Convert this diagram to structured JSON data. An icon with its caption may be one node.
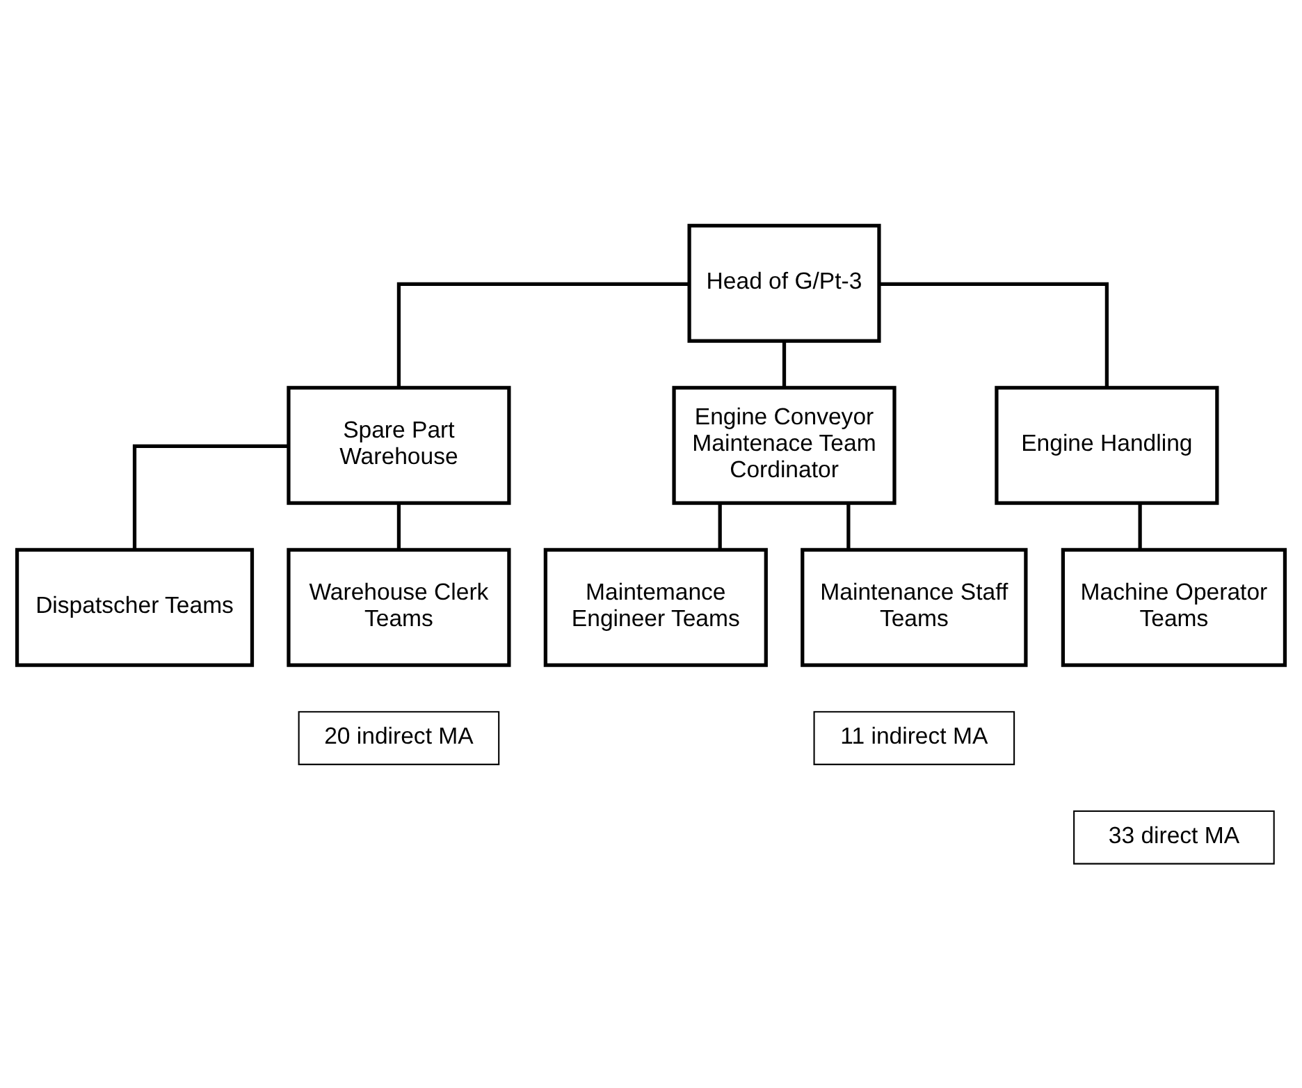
{
  "diagram": {
    "nodes": [
      {
        "text": [
          "Head of G/Pt-3"
        ]
      },
      {
        "text": [
          "Spare Part Warehouse"
        ]
      },
      {
        "text": [
          "Engine Conveyor Maintenace Team Cordinator"
        ]
      },
      {
        "text": [
          "Engine Handling"
        ]
      },
      {
        "text": [
          "Dispatscher Teams"
        ]
      },
      {
        "text": [
          "Maintemance Engineer Teams"
        ]
      },
      {
        "text": [
          "Machine Operator Teams"
        ]
      },
      {
        "text": [
          "Warehouse Clerk Teams"
        ]
      },
      {
        "text": [
          "Maintenance Staff Teams"
        ]
      },
      {
        "text": [
          "20 indirect MA"
        ]
      },
      {
        "text": [
          "11 indirect MA"
        ]
      },
      {
        "text": [
          "33 direct MA"
        ]
      }
    ],
    "edges": [
      {
        "from": 0,
        "to": 1,
        "arrow": "none"
      },
      {
        "from": 0,
        "to": 2,
        "arrow": "none"
      },
      {
        "from": 0,
        "to": 3,
        "arrow": "none"
      },
      {
        "from": 1,
        "to": 4,
        "arrow": "none"
      },
      {
        "from": 1,
        "to": 7,
        "arrow": "none"
      },
      {
        "from": 2,
        "to": 5,
        "arrow": "none"
      },
      {
        "from": 2,
        "to": 8,
        "arrow": "none"
      },
      {
        "from": 3,
        "to": 6,
        "arrow": "none"
      }
    ]
  }
}
